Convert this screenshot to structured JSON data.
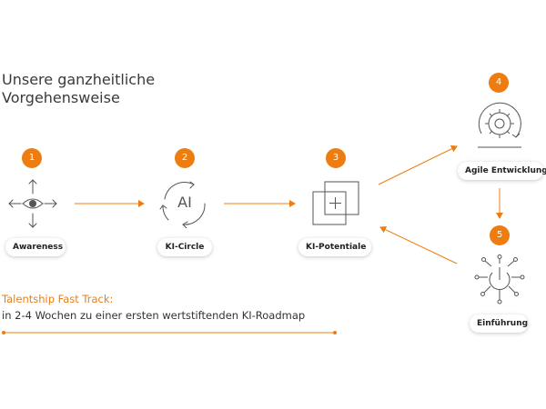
{
  "title": {
    "line1": "Unsere ganzheitliche",
    "line2": "Vorgehensweise"
  },
  "steps": [
    {
      "number": "1",
      "label": "Awareness",
      "icon": "eye-arrows-icon"
    },
    {
      "number": "2",
      "label": "KI-Circle",
      "icon": "ai-cycle-icon",
      "icon_text": "AI"
    },
    {
      "number": "3",
      "label": "KI-Potentiale",
      "icon": "overlapping-squares-icon"
    },
    {
      "number": "4",
      "label": "Agile Entwicklung",
      "icon": "gear-cycle-icon"
    },
    {
      "number": "5",
      "label": "Einführung",
      "icon": "power-network-icon"
    }
  ],
  "fast_track": {
    "title": "Talentship Fast Track:",
    "subtitle": "in 2-4 Wochen zu einer ersten wertstiftenden KI-Roadmap"
  },
  "colors": {
    "accent": "#ee7d11",
    "text": "#333333",
    "icon": "#555555"
  }
}
